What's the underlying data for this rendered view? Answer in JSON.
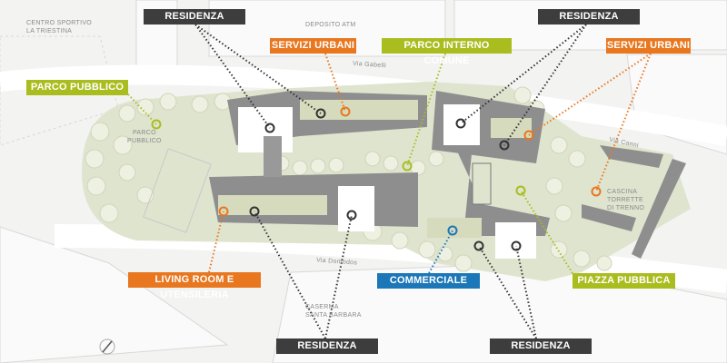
{
  "colors": {
    "residenza": "#3d3d3d",
    "servizi": "#e8771f",
    "parco": "#a9bd1f",
    "commerciale": "#1b77b7"
  },
  "callouts": {
    "residenza_top": "RESIDENZA",
    "servizi_urbani_left": "SERVIZI URBANI",
    "parco_interno_comune": "PARCO INTERNO COMUNE",
    "residenza_top_right": "RESIDENZA",
    "servizi_urbani_right": "SERVIZI URBANI",
    "parco_pubblico": "PARCO PUBBLICO",
    "living_room": "LIVING ROOM E UTENSILERIA",
    "commerciale": "COMMERCIALE",
    "piazza_pubblica": "PIAZZA PUBBLICA",
    "residenza_bottom": "RESIDENZA",
    "residenza_bottom_right": "RESIDENZA"
  },
  "map_labels": {
    "centro_sportivo_1": "CENTRO SPORTIVO",
    "centro_sportivo_2": "LA TRIESTINA",
    "deposito": "DEPOSITO ATM",
    "via_gabelli": "Via Gabelli",
    "parco_1": "PARCO",
    "parco_2": "PUBBLICO",
    "via_canni": "Via Canni",
    "cascina_1": "CASCINA",
    "cascina_2": "TORRETTE",
    "cascina_3": "DI TRENNO",
    "via_domodossola": "Via Domodos",
    "caserma_1": "CASERMA",
    "caserma_2": "SANTA BARBARA"
  }
}
